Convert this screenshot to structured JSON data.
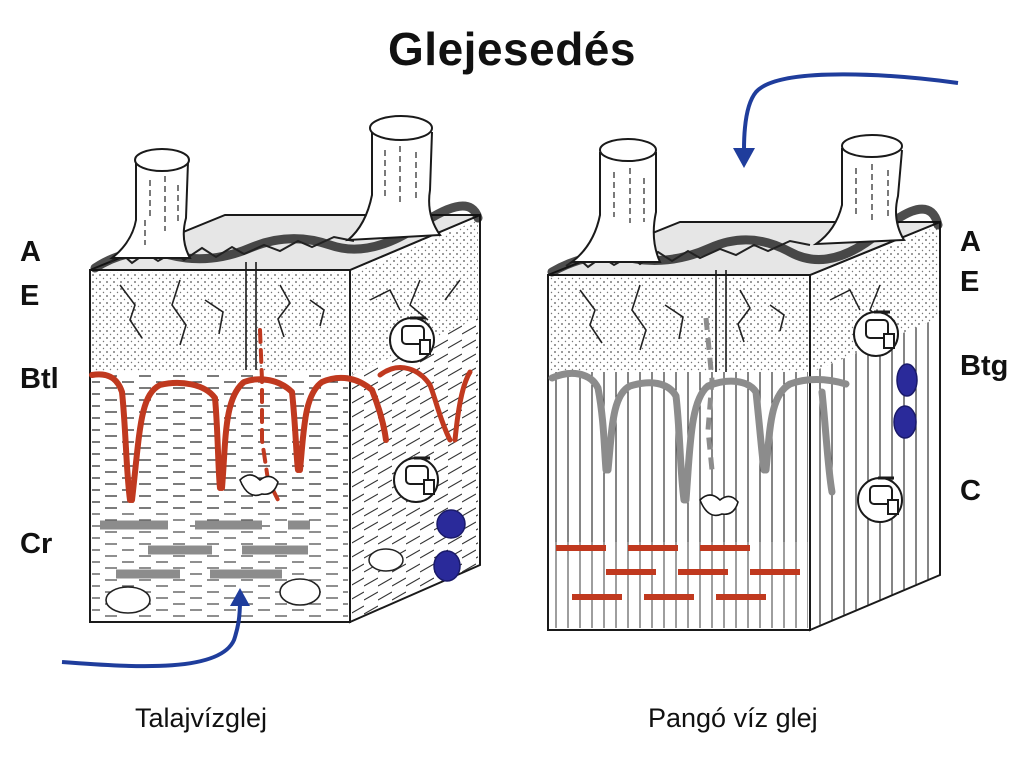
{
  "title": "Glejesedés",
  "left_block": {
    "caption": "Talajvízglej",
    "horizons": [
      "A",
      "E",
      "Btl",
      "Cr"
    ]
  },
  "right_block": {
    "caption": "Pangó víz glej",
    "horizons": [
      "A",
      "E",
      "Btg",
      "C"
    ]
  },
  "colors": {
    "oxidized_mottles": "#c0391f",
    "reduced_gley": "#8c8c8c",
    "water_arrow": "#1f3d9c",
    "concretions": "#2a2a9a",
    "outline": "#1a1a1a"
  }
}
